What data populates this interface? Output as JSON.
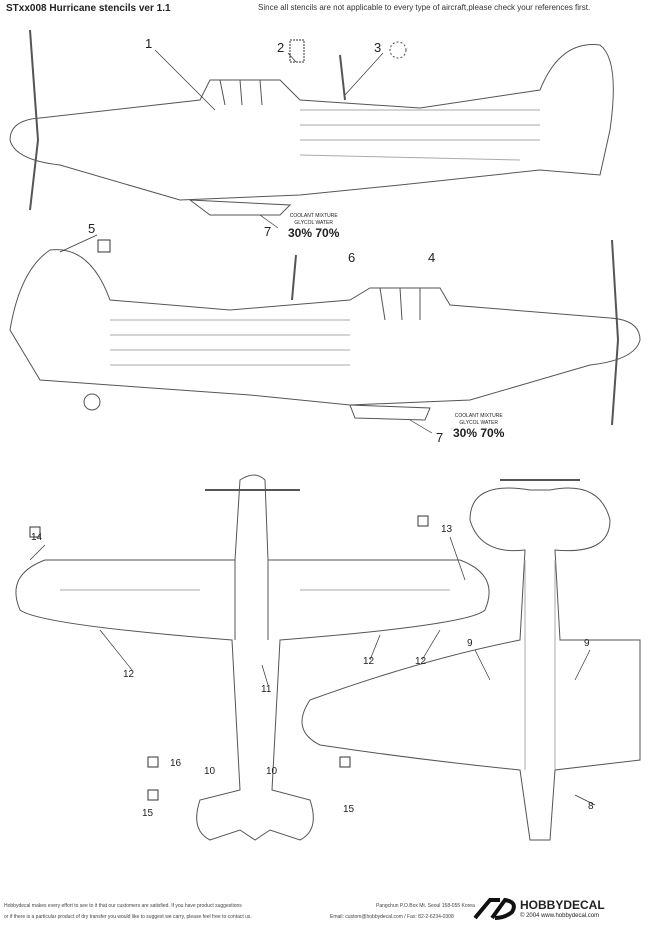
{
  "header": {
    "title": "STxx008 Hurricane stencils ver 1.1",
    "note": "Since all stencils are not applicable to every type of aircraft,please check your references first."
  },
  "callouts": [
    "1",
    "2",
    "3",
    "4",
    "5",
    "6",
    "7",
    "7",
    "8",
    "9",
    "9",
    "10",
    "10",
    "11",
    "12",
    "12",
    "12",
    "13",
    "14",
    "15",
    "15",
    "16"
  ],
  "coolant": {
    "title": "COOLANT MIXTURE",
    "cols": "GLYCOL   WATER",
    "glycol": "30%",
    "water": "70%"
  },
  "footer": {
    "line1": "Hobbydecal makes every effort to see to it that our customers are satisfied. If you have product suggestions",
    "line2": "or if there is a particular product of dry transfer you would like to suggest we carry, please feel free to contact us.",
    "address": "Pangchun P.O.Box Mt. Seoul 158-055 Korea",
    "contact": "Email: custom@hobbydecal.com / Fax: 82-2-6234-0308",
    "brand": "HOBBYDECAL",
    "copyright": "© 2004 www.hobbydecal.com"
  }
}
